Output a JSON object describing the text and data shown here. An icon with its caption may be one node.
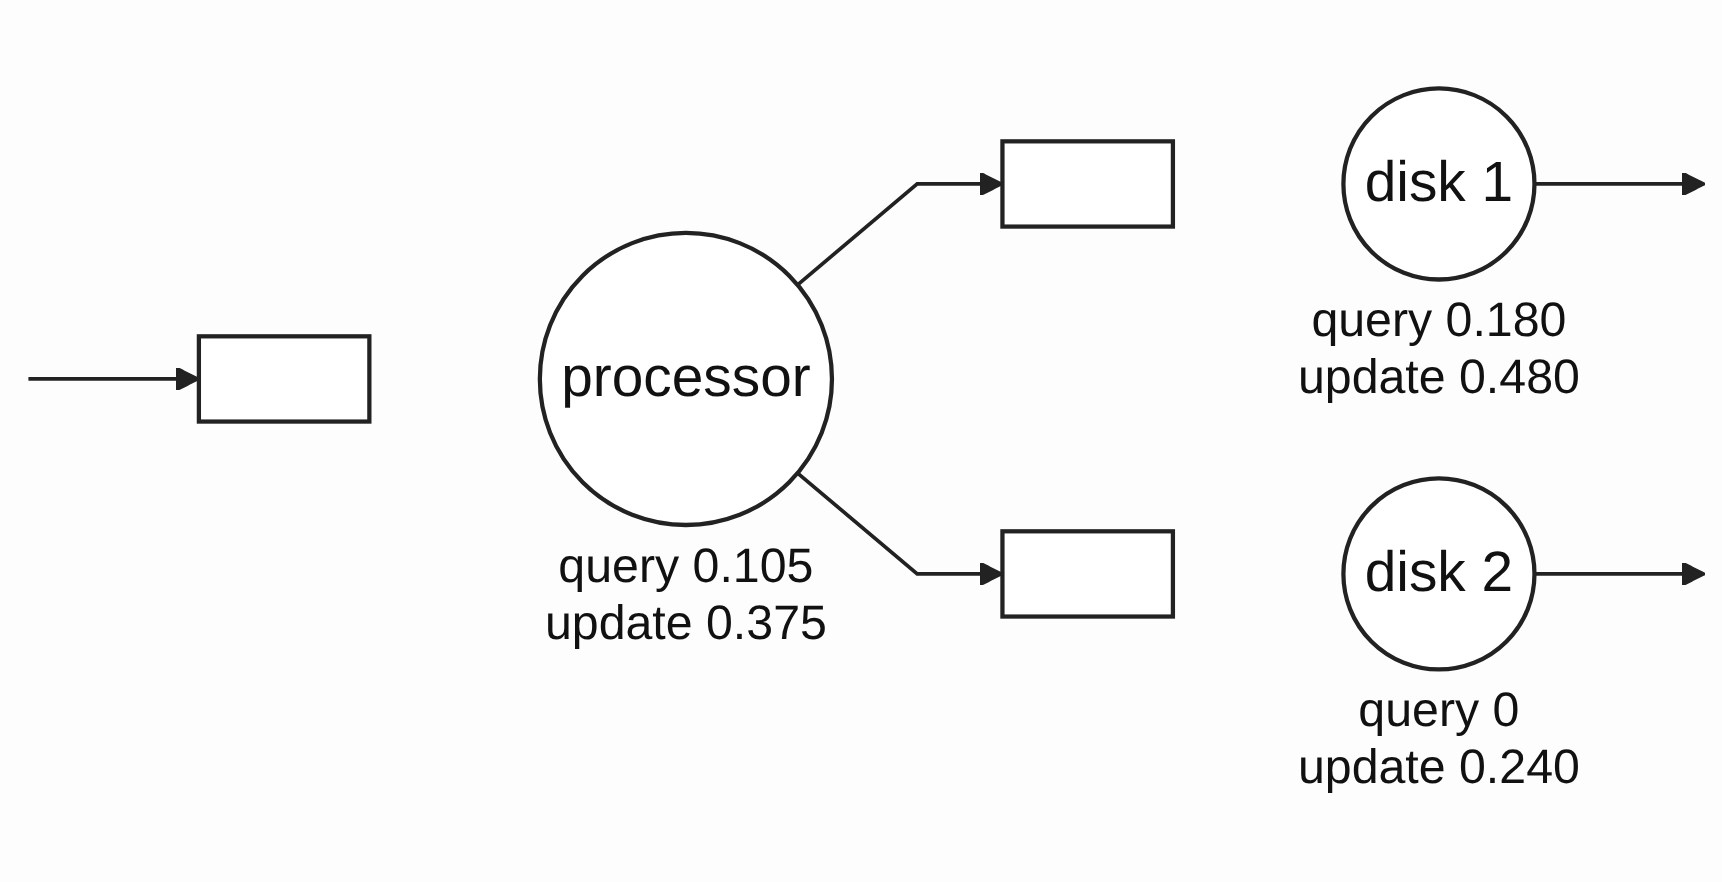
{
  "diagram": {
    "nodes": [
      {
        "text": [],
        "shape": "box"
      },
      {
        "text": [
          "processor"
        ],
        "beside": [
          "query 0.105",
          "update 0.375"
        ]
      },
      {
        "text": [],
        "shape": "box"
      },
      {
        "text": [
          "disk 1"
        ],
        "beside": [
          "query 0.180",
          "update 0.480"
        ]
      },
      {
        "text": [],
        "shape": "box"
      },
      {
        "text": [
          "disk 2"
        ],
        "beside": [
          "query 0",
          "update 0.240"
        ]
      }
    ],
    "edges": [
      {
        "from": null,
        "to": 0,
        "arrow": "to"
      },
      {
        "from": 1,
        "to": 2,
        "arrow": "to"
      },
      {
        "from": 1,
        "to": 4,
        "arrow": "to"
      },
      {
        "from": 3,
        "to": null,
        "arrow": "to"
      },
      {
        "from": 5,
        "to": null,
        "arrow": "to"
      }
    ]
  }
}
